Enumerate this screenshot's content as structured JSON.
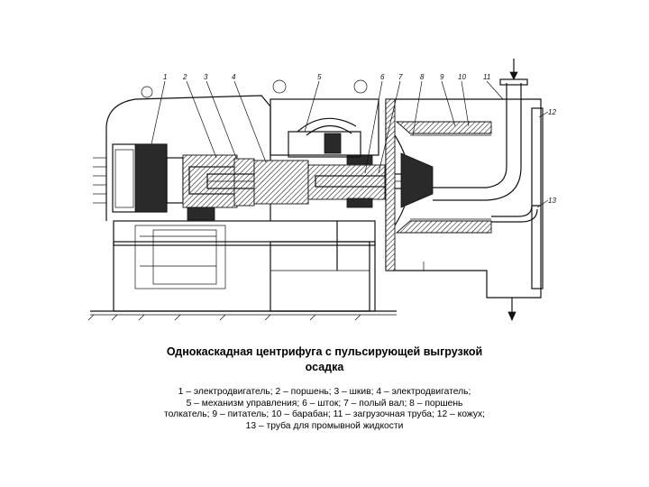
{
  "title_line1": "Однокаскадная центрифуга с пульсирующей выгрузкой",
  "title_line2": "осадка",
  "caption": [
    "1 – электродвигатель; 2 – поршень; 3 – шкив; 4 – электродвигатель;",
    "5 – механизм управления; 6 – шток; 7 – полый вал; 8 – поршень",
    "толкатель; 9 – питатель; 10 – барабан; 11 – загрузочная труба; 12 – кожух;",
    "13 – труба для промывной жидкости"
  ],
  "labels": {
    "n1": "1",
    "n2": "2",
    "n3": "3",
    "n4": "4",
    "n5": "5",
    "n6": "6",
    "n7": "7",
    "n8": "8",
    "n9": "9",
    "n10": "10",
    "n11": "11",
    "n12": "12",
    "n13": "13"
  }
}
